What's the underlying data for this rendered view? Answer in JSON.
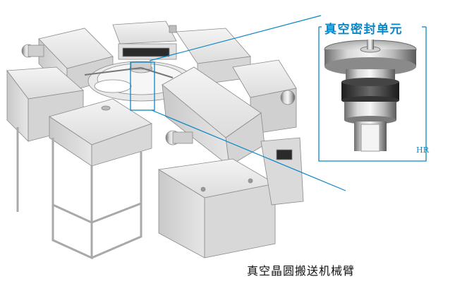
{
  "inset": {
    "title": "真空密封单元",
    "model": "HR",
    "accent_color": "#0a87c6"
  },
  "caption": "真空晶圆搬送机械臂",
  "icons": {
    "machine": "vacuum-wafer-transfer-robot-cluster-illustration",
    "part": "vacuum-seal-unit-photo"
  }
}
